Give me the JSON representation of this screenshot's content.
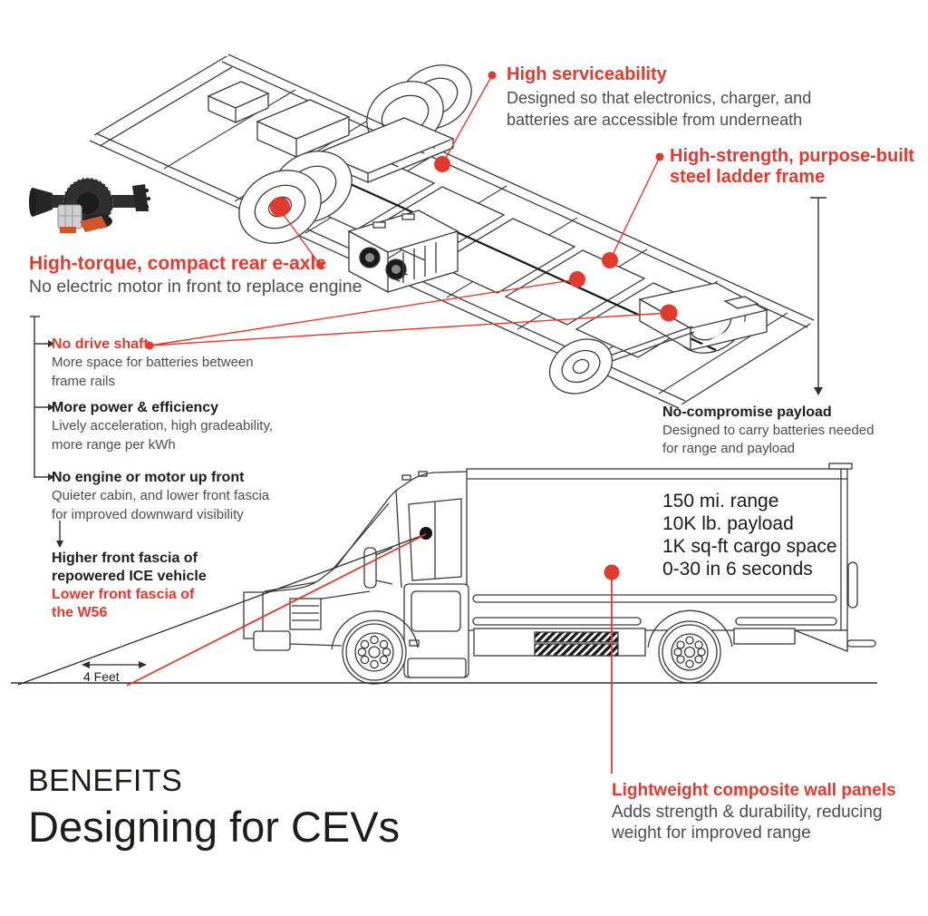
{
  "colors": {
    "accent": "#e23a2c",
    "ink": "#1d1d1b",
    "gray": "#4d4d4d",
    "line_art": "#3a3a3a",
    "photo_orange": "#d35427"
  },
  "callouts": {
    "serviceability": {
      "title": "High serviceability",
      "body": "Designed so that electronics, charger, and batteries are accessible from underneath"
    },
    "ladder_frame": {
      "title": "High-strength, purpose-built steel ladder frame"
    },
    "e_axle": {
      "title": "High-torque, compact rear e-axle",
      "body": "No electric motor in front to replace engine"
    },
    "list": [
      {
        "title": "No drive shaft",
        "body": "More space for batteries between frame rails"
      },
      {
        "title": "More power & efficiency",
        "body": "Lively acceleration, high gradeability, more range per kWh"
      },
      {
        "title": "No engine or motor up front",
        "body": "Quieter cabin, and lower front fascia for improved downward visibility"
      }
    ],
    "fascia": {
      "line1": "Higher front fascia of",
      "line2": "repowered ICE vehicle",
      "line3": "Lower front fascia of",
      "line4": "the W56"
    },
    "payload": {
      "title": "No-compromise payload",
      "body": "Designed to carry batteries needed for range and payload"
    },
    "wall_panels": {
      "title": "Lightweight composite wall panels",
      "body": "Adds strength & durability, reducing weight for improved range"
    }
  },
  "specs": [
    "150 mi. range",
    "10K lb. payload",
    "1K sq-ft cargo space",
    "0-30 in 6 seconds"
  ],
  "dimension_label": "4 Feet",
  "footer": {
    "eyebrow": "BENEFITS",
    "title": "Designing for CEVs"
  }
}
